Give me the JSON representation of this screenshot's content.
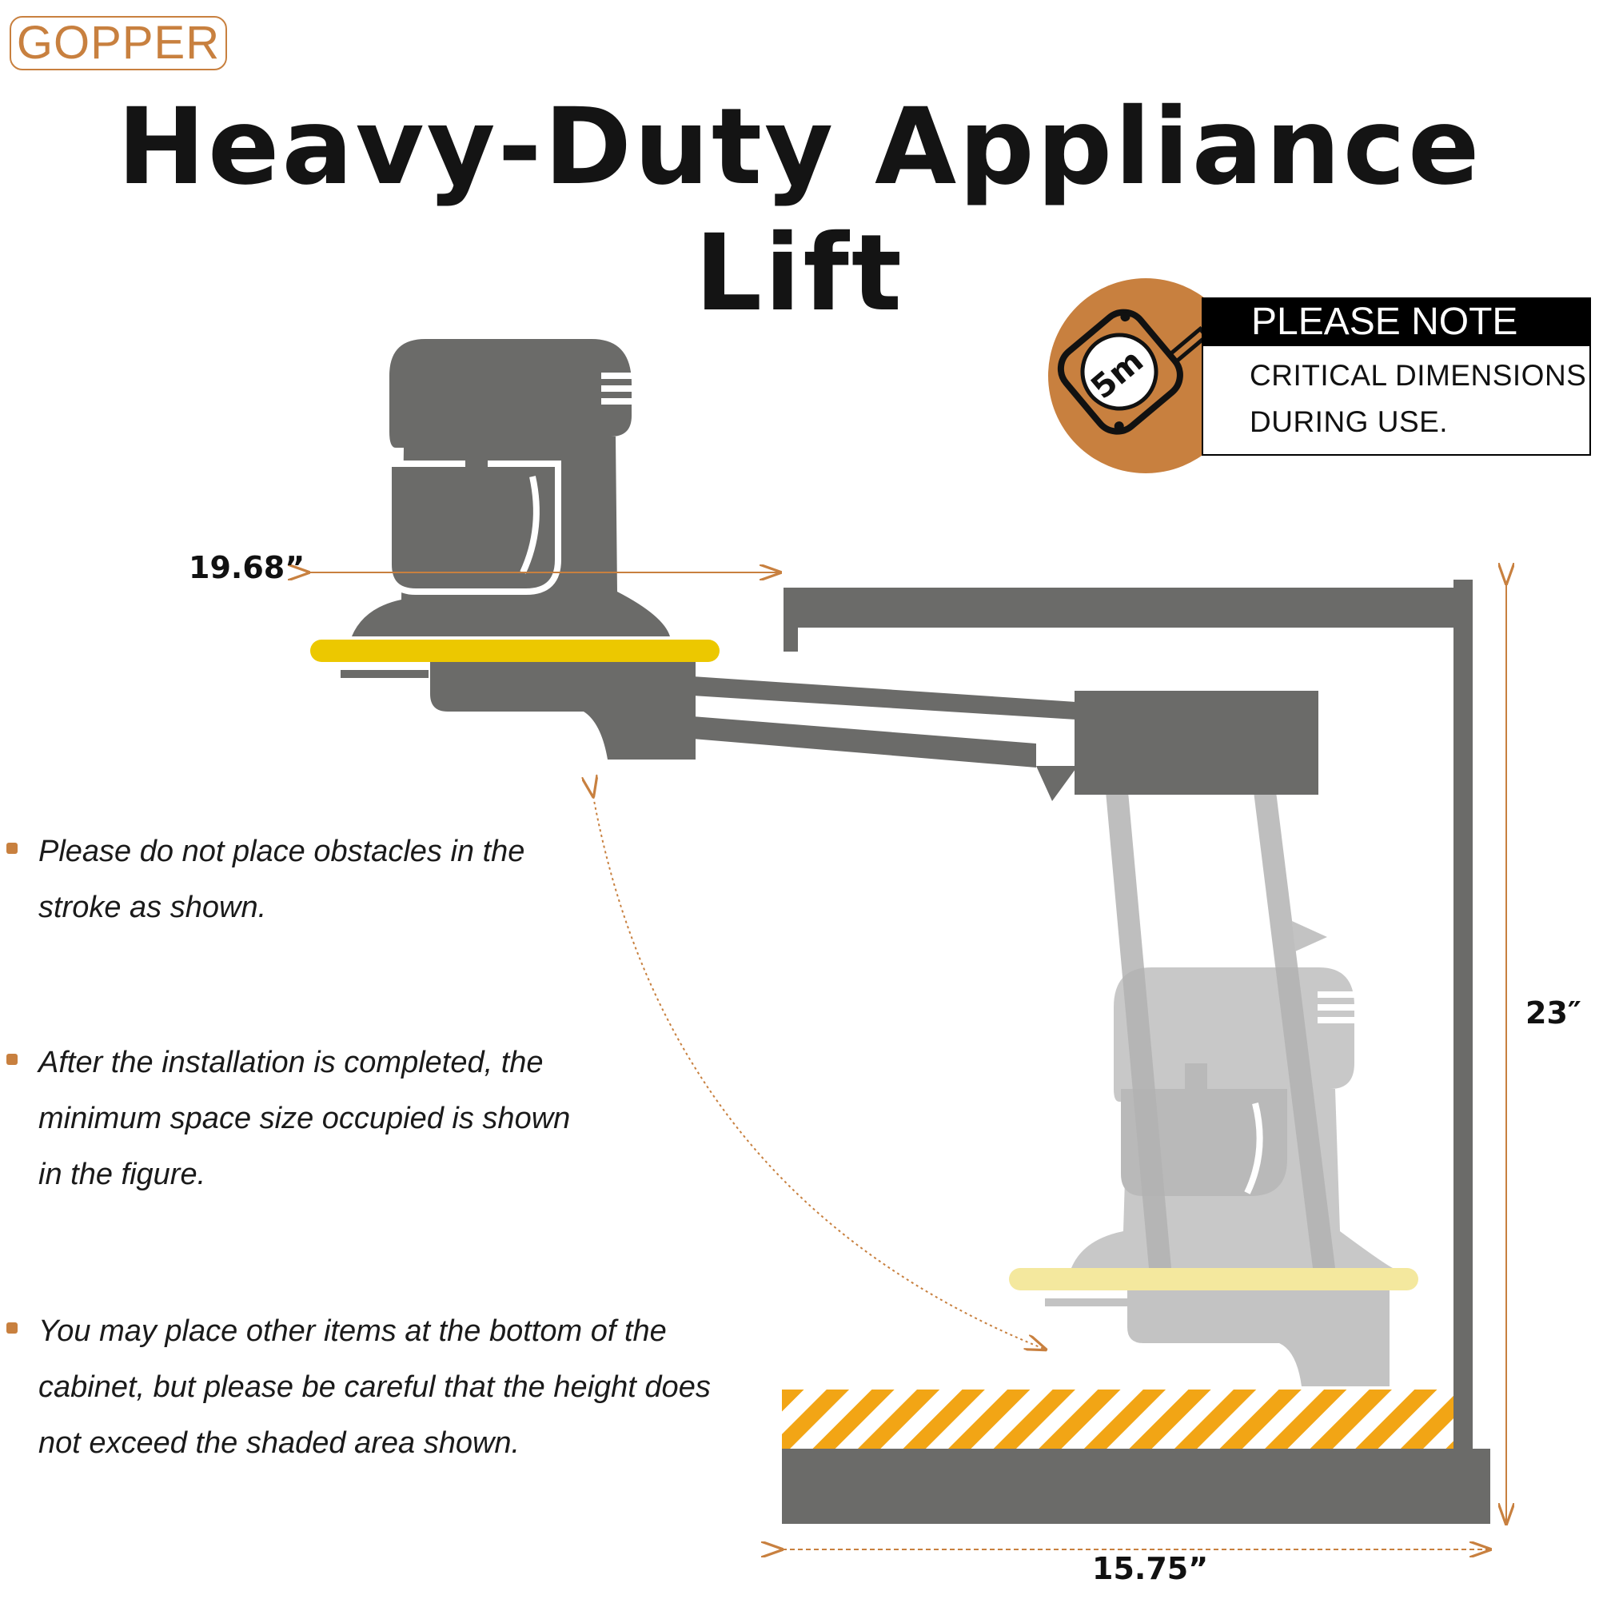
{
  "brand": {
    "name": "GOPPER"
  },
  "title": "Heavy-Duty Appliance Lift",
  "note": {
    "heading": "PLEASE NOTE",
    "line1": "CRITICAL DIMENSIONS",
    "line2": "DURING USE.",
    "icon": "tape-measure-icon",
    "icon_label": "5m"
  },
  "bullets": [
    {
      "lines": [
        "Please do not place obstacles in the",
        "stroke as shown."
      ]
    },
    {
      "lines": [
        "After the installation is completed, the",
        "minimum space size occupied is shown",
        "in the figure."
      ]
    },
    {
      "lines": [
        "You may place other items at the bottom of the",
        "cabinet, but please be careful that the height does",
        "not exceed the shaded area shown."
      ]
    }
  ],
  "dimensions": {
    "platform_width": "19.68”",
    "cabinet_height": "23″",
    "cabinet_depth": "15.75”"
  },
  "colors": {
    "accent": "#c8803f",
    "dark_gray": "#6b6b69",
    "light_gray": "#bdbdbd",
    "platform_yellow": "#ecc800",
    "platform_pale_yellow": "#f3e693",
    "hatch_orange": "#f2a515",
    "text": "#141414"
  }
}
